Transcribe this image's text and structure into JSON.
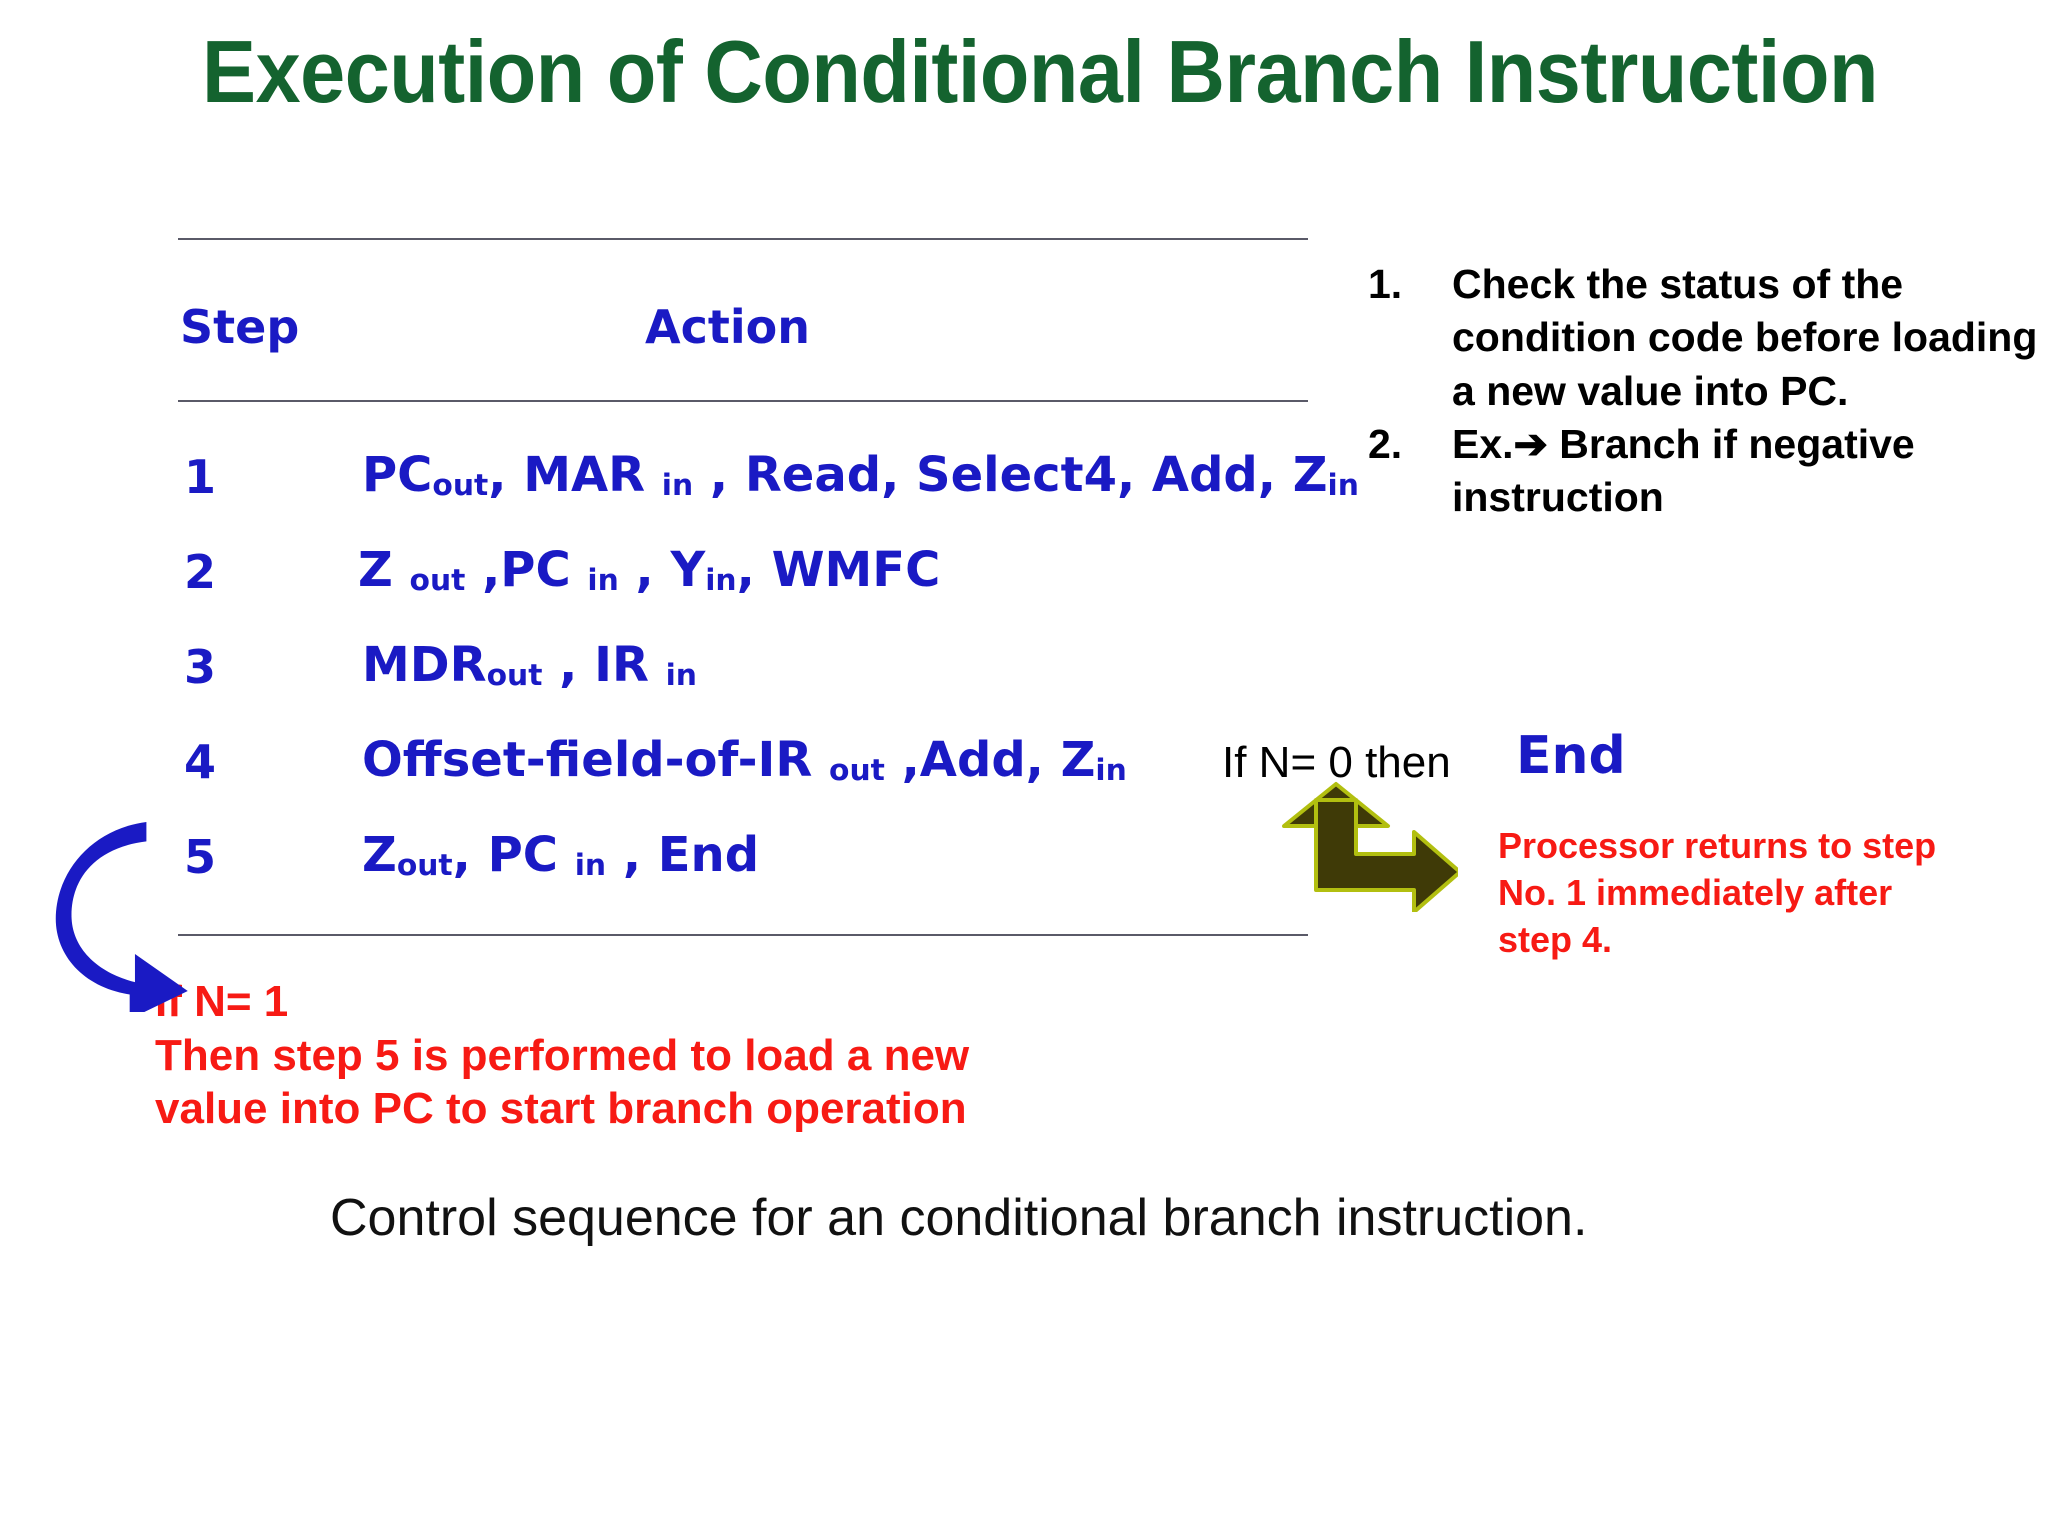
{
  "slide": {
    "title": "Execution of Conditional Branch Instruction",
    "caption": "Control sequence for an conditional branch instruction.",
    "colors": {
      "title_green": "#14632f",
      "action_blue": "#1a1ac4",
      "callout_red": "#f71a14",
      "arrow_olive": "#3f3a07",
      "arrow_olive_outline": "#b2bf10",
      "rule_gray": "#5a5a68",
      "background": "#ffffff"
    }
  },
  "table": {
    "headers": {
      "step": "Step",
      "action": "Action"
    },
    "rows": [
      {
        "step": "1",
        "action_plain": "PCout, MARin, Read, Select4, Add, Zin",
        "parts": [
          {
            "t": "PC"
          },
          {
            "sub": "out"
          },
          {
            "t": ",  MAR "
          },
          {
            "sub": "in"
          },
          {
            "t": " , Read, Select4, Add, Z"
          },
          {
            "sub": "in"
          }
        ]
      },
      {
        "step": "2",
        "action_plain": "Zout, PCin, Yin, WMFC",
        "parts": [
          {
            "t": "Z "
          },
          {
            "sub": "out"
          },
          {
            "t": " ,PC "
          },
          {
            "sub": "in"
          },
          {
            "t": " ,  Y"
          },
          {
            "sub": "in"
          },
          {
            "t": ",  WMFC"
          }
        ]
      },
      {
        "step": "3",
        "action_plain": "MDRout, IRin",
        "parts": [
          {
            "t": "MDR"
          },
          {
            "sub": "out"
          },
          {
            "t": " , IR "
          },
          {
            "sub": "in"
          }
        ]
      },
      {
        "step": "4",
        "action_plain": "Offset-field-of-IRout, Add, Zin",
        "parts": [
          {
            "t": "Offset-field-of-IR "
          },
          {
            "sub": "out"
          },
          {
            "t": " ,Add, Z"
          },
          {
            "sub": "in"
          }
        ]
      },
      {
        "step": "5",
        "action_plain": "Zout, PCin, End",
        "parts": [
          {
            "t": "Z"
          },
          {
            "sub": "out"
          },
          {
            "t": ", PC "
          },
          {
            "sub": "in"
          },
          {
            "t": " ,  End"
          }
        ]
      }
    ]
  },
  "branch": {
    "condition_false": "If N= 0 then",
    "end_label": "End"
  },
  "notes": [
    {
      "marker": "1.",
      "text": "Check the status of the condition code before loading a new value into PC."
    },
    {
      "marker": "2.",
      "text": "Ex.➔ Branch if negative instruction"
    }
  ],
  "callouts": {
    "right_red": "Processor returns to step No. 1 immediately after step 4.",
    "left_red_line1": "If N= 1",
    "left_red_line2": "Then step 5 is performed to load a new",
    "left_red_line3": "value into PC to start branch operation"
  },
  "icons": {
    "blue_loop_arrow": "curved-loop-arrow-icon",
    "olive_bend_arrow": "bent-double-arrow-icon"
  }
}
